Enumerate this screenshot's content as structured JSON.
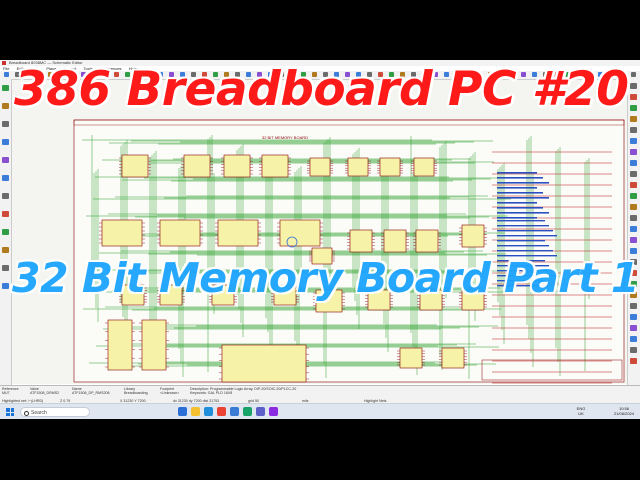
{
  "window": {
    "title": "Breadboard 8038MC — Schematic Editor"
  },
  "menu": [
    "File",
    "Edit",
    "View",
    "Place",
    "Inspect",
    "Tools",
    "Preferences",
    "Help"
  ],
  "sheet": {
    "title": "32 BIT MEMORY BOARD"
  },
  "overlay": {
    "title": "386 Breadboard PC #20",
    "subtitle": "32 Bit Memory Board Part 1"
  },
  "statusbar": {
    "columns": [
      {
        "top": "Reference",
        "bottom": "MU7"
      },
      {
        "top": "Value",
        "bottom": "ATF1508_DRMS2"
      },
      {
        "top": "Name",
        "bottom": "ATF1508_DP_RMS208"
      },
      {
        "top": "Library",
        "bottom": "Breadboarding"
      },
      {
        "top": "Footprint",
        "bottom": "<Unknown>"
      },
      {
        "top": "Description: Programmable Logic Array, DIP-20/SOIC-20/PLCC-20",
        "bottom": "Keywords: GAL PLD 16V8"
      }
    ],
    "row2": [
      "Highlighted net: /~(LHRD)",
      "Z 0.79",
      "X 31230 Y 7200",
      "dx 31230 dy 7200 dist 31753",
      "grid 50",
      "mils",
      "Highlight Nets"
    ]
  },
  "taskbar": {
    "search_label": "Search",
    "lang_top": "ENG",
    "lang_bottom": "UK",
    "time": "10:56",
    "date": "21/08/2024"
  },
  "icons": {
    "search": "search-icon",
    "windows": "windows-start-icon"
  },
  "colors": {
    "overlay_title": "#ff1a1a",
    "overlay_subtitle": "#1ea5ff",
    "wire": "#2da12d",
    "component": "#8b0000",
    "ic_body": "#f6f3a8"
  }
}
